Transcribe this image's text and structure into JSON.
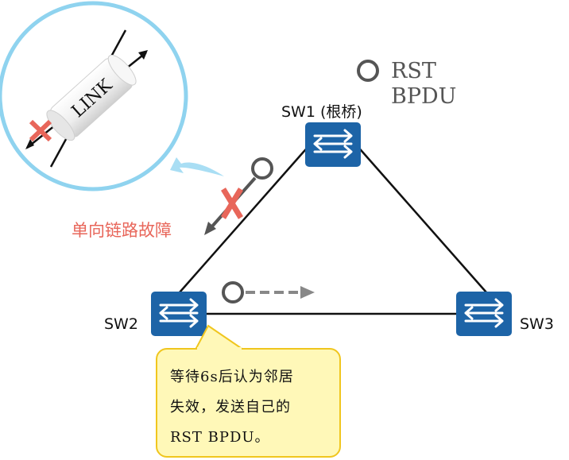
{
  "legend": {
    "line1": "RST",
    "line2": "BPDU"
  },
  "switches": {
    "sw1": "SW1 (根桥)",
    "sw2": "SW2",
    "sw3": "SW3"
  },
  "fault_label": "单向链路故障",
  "zoom": {
    "cable_label": "LINK"
  },
  "callout": {
    "line1": "等待6s后认为邻居",
    "line2": "失效，发送自己的",
    "line3": "RST BPDU。"
  },
  "colors": {
    "switch_fill": "#1d64a7",
    "fault_red": "#e8665a",
    "zoom_border": "#8fd3ef",
    "callout_fill": "#fff8b8",
    "callout_border": "#f0c61e"
  },
  "icons": [
    "switch-icon",
    "bpdu-circle-icon",
    "fault-x-icon",
    "arrow-icon",
    "cable-icon"
  ]
}
